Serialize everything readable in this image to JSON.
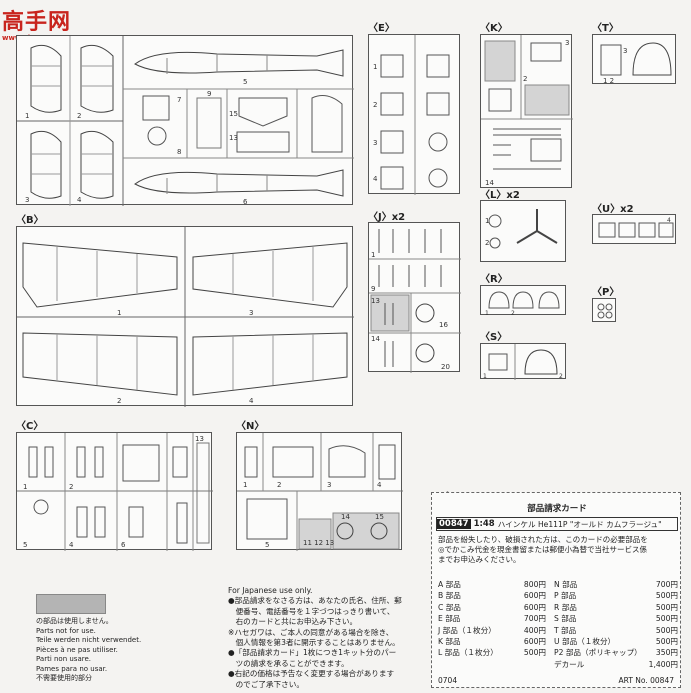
{
  "watermark": {
    "text": "高手网",
    "url": "www.shou-com"
  },
  "sprues": {
    "A": {
      "label": ""
    },
    "B": {
      "label": "B"
    },
    "C": {
      "label": "C"
    },
    "N": {
      "label": "N"
    },
    "E": {
      "label": "E"
    },
    "K": {
      "label": "K"
    },
    "T": {
      "label": "T"
    },
    "J": {
      "label": "J",
      "qty": "x2"
    },
    "L": {
      "label": "L",
      "qty": "x2"
    },
    "U": {
      "label": "U",
      "qty": "x2"
    },
    "R": {
      "label": "R"
    },
    "P": {
      "label": "P"
    },
    "S": {
      "label": "S"
    }
  },
  "notes": {
    "unused_lines": [
      "の部品は使用しません。",
      "Parts not for use.",
      "Teile werden nicht verwendet.",
      "Pièces à ne pas utiliser.",
      "Parti non usare.",
      "Pames para no usar.",
      "不需要使用的部分"
    ],
    "japanese_use": {
      "title": "For Japanese use only.",
      "lines": [
        "●部品請求をなさる方は、あなたの氏名、住所、郵",
        "　便番号、電話番号を１字づつはっきり書いて、",
        "　右のカードと共にお申込み下さい。",
        "※ハセガワは、ご本人の同意がある場合を除き、",
        "　個人情報を第3者に開示することはありません。",
        "●「部品請求カード」1枚につき1キット分のパー",
        "　ツの請求を承ることができます。",
        "●右記の価格は予告なく変更する場合があります",
        "　のでご了承下さい。"
      ]
    }
  },
  "card": {
    "title": "部品請求カード",
    "code": "00847",
    "scale": "1:48",
    "name": "ハインケル He111P \"オールド カムフラージュ\"",
    "intro": [
      "部品を紛失したり、破損された方は、このカードの必要部品を",
      "◎でかこみ代金を現金書留または郵便小為替で当社サービス係",
      "までお申込みください。"
    ],
    "prices_left": [
      {
        "part": "A 部品",
        "price": "800円"
      },
      {
        "part": "B 部品",
        "price": "600円"
      },
      {
        "part": "C 部品",
        "price": "600円"
      },
      {
        "part": "E 部品",
        "price": "700円"
      },
      {
        "part": "J 部品（１枚分）",
        "price": "400円"
      },
      {
        "part": "K 部品",
        "price": "600円"
      },
      {
        "part": "L 部品（１枚分）",
        "price": "500円"
      }
    ],
    "prices_right": [
      {
        "part": "N 部品",
        "price": "700円"
      },
      {
        "part": "P 部品",
        "price": "500円"
      },
      {
        "part": "R 部品",
        "price": "500円"
      },
      {
        "part": "S 部品",
        "price": "500円"
      },
      {
        "part": "T 部品",
        "price": "500円"
      },
      {
        "part": "U 部品（１枚分）",
        "price": "500円"
      },
      {
        "part": "P2 部品（ポリキャップ）",
        "price": "350円"
      },
      {
        "part": "デカール",
        "price": "1,400円"
      }
    ],
    "footer_code": "0704",
    "art_no": "ART No. 00847"
  }
}
